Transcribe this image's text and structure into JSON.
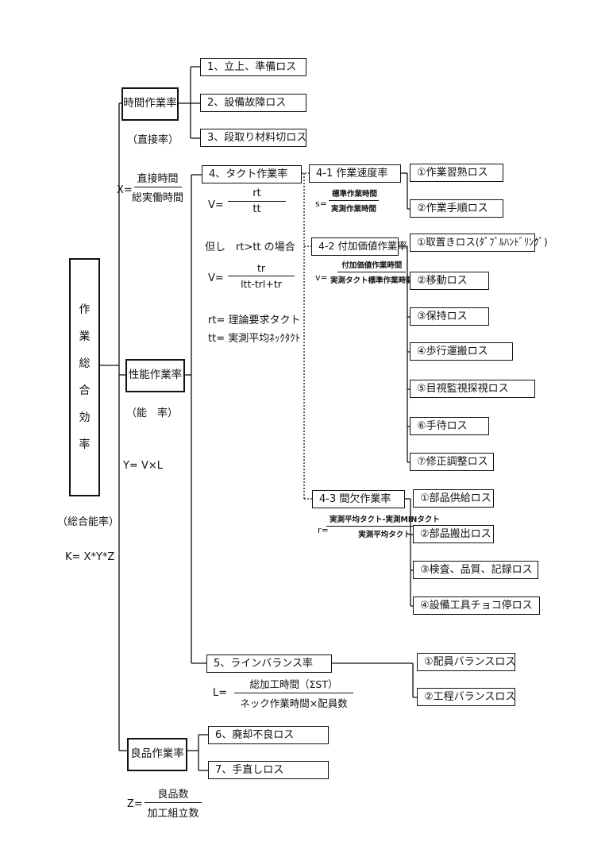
{
  "main": {
    "title_chars": [
      "作",
      "業",
      "総",
      "合",
      "効",
      "率"
    ],
    "title_note": "（総合能率）",
    "formula_k": "K= X*Y*Z"
  },
  "time": {
    "label": "時間作業率",
    "note": "（直接率）",
    "formula_prefix": "X=",
    "formula_num": "直接時間",
    "formula_den": "総実働時間",
    "items": [
      "1、立上、準備ロス",
      "2、設備故障ロス",
      "3、段取り材料切ロス"
    ]
  },
  "perf": {
    "label": "性能作業率",
    "note": "（能　率）",
    "formula_y": "Y= V×L",
    "tact": {
      "label": "4、タクト作業率",
      "v_prefix": "V=",
      "v_num": "rt",
      "v_den": "tt",
      "cond": "但し　rt>tt の場合",
      "v2_prefix": "V=",
      "v2_num": "tr",
      "v2_den": "ltt-trl+tr",
      "rt_def": "rt= 理論要求タクト",
      "tt_def": "tt= 実測平均ﾈｯｸﾀｸﾄ"
    },
    "speed": {
      "label": "4-1 作業速度率",
      "f_prefix": "s=",
      "f_num": "標準作業時間",
      "f_den": "実測作業時間",
      "items": [
        "①作業習熟ロス",
        "②作業手順ロス"
      ]
    },
    "value": {
      "label": "4-2 付加価値作業率",
      "f_prefix": "v=",
      "f_num": "付加価値作業時間",
      "f_den": "実測タクト標準作業時間",
      "items": [
        "①取置きロス(ﾀﾞﾌﾞﾙﾊﾝﾄﾞﾘﾝｸﾞ)",
        "②移動ロス",
        "③保持ロス",
        "④歩行運搬ロス",
        "⑤目視監視探視ロス",
        "⑥手待ロス",
        "⑦修正調整ロス"
      ]
    },
    "idle": {
      "label": "4-3 間欠作業率",
      "f_prefix": "r=",
      "f_num": "実測平均タクト-実測MINタクト",
      "f_den": "実測平均タクト",
      "items": [
        "①部品供給ロス",
        "②部品搬出ロス",
        "③検査、品質、記録ロス",
        "④設備工具チョコ停ロス"
      ]
    },
    "balance": {
      "label": "5、ラインバランス率",
      "f_prefix": "L=",
      "f_num": "総加工時間（ΣST）",
      "f_den": "ネック作業時間×配員数",
      "items": [
        "①配員バランスロス",
        "②工程バランスロス"
      ]
    }
  },
  "quality": {
    "label": "良品作業率",
    "f_prefix": "Z=",
    "f_num": "良品数",
    "f_den": "加工組立数",
    "items": [
      "6、廃却不良ロス",
      "7、手直しロス"
    ]
  }
}
